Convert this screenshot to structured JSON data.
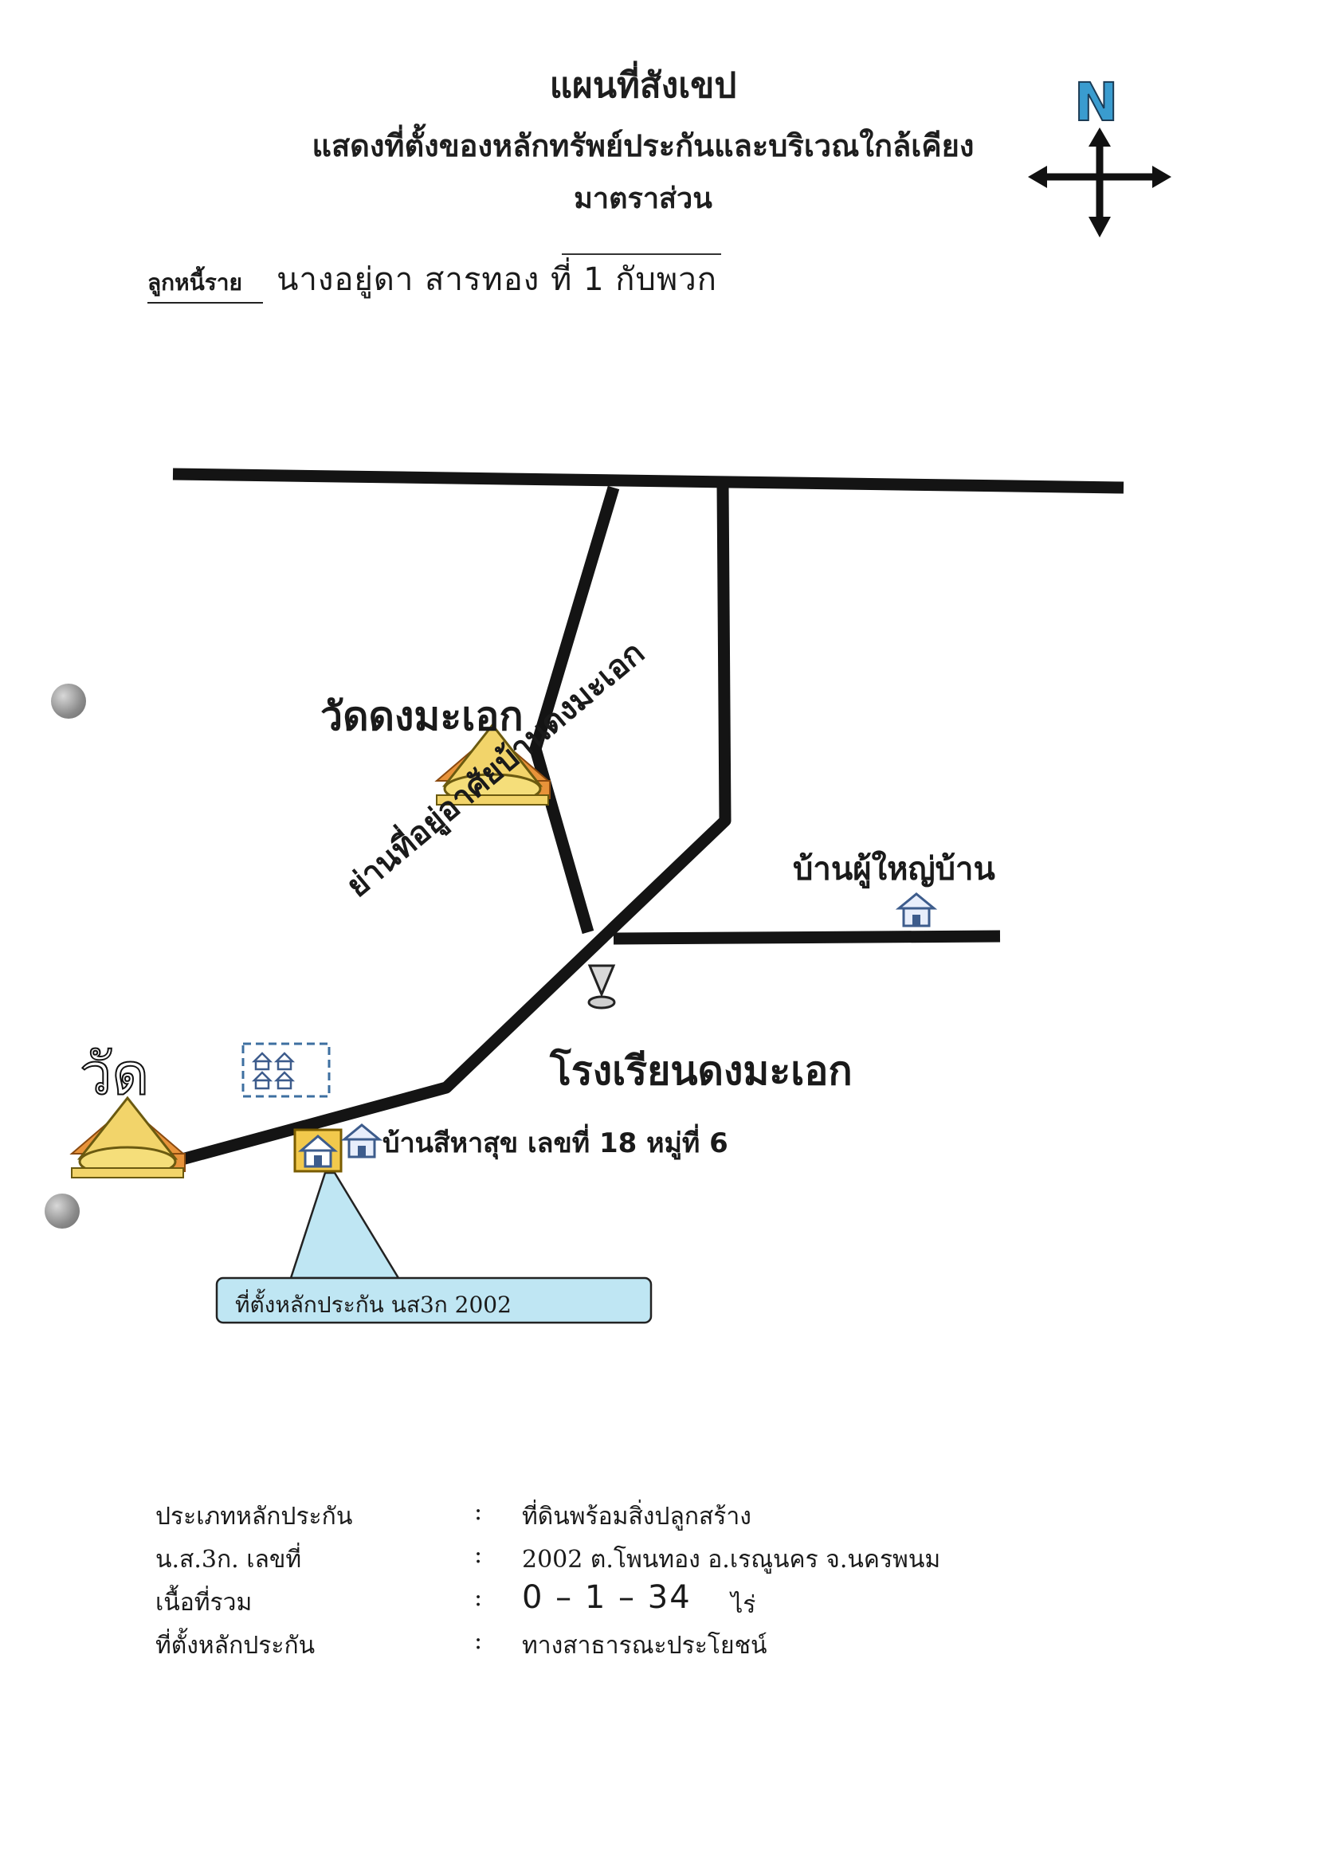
{
  "header": {
    "title": "แผนที่สังเขป",
    "subtitle": "แสดงที่ตั้งของหลักทรัพย์ประกันและบริเวณใกล้เคียง",
    "scale_label": "มาตราส่วน"
  },
  "compass": {
    "letter": "N"
  },
  "debtor": {
    "label": "ลูกหนี้ราย",
    "name": "นางอยู่ดา  สารทอง  ที่ 1  กับพวก"
  },
  "map": {
    "labels": {
      "temple_dong": "วัดดงมะเอก",
      "village_road": "ย่านที่อยู่อาศัยบ้านดงมะเอก",
      "headman_house": "บ้านผู้ใหญ่บ้าน",
      "school": "โรงเรียนดงมะเอก",
      "temple": "วัด",
      "address": "บ้านสีหาสุข  เลขที่ 18 หมู่ที่ 6",
      "collateral_callout": "ที่ตั้งหลักประกัน นส3ก 2002"
    },
    "icons": [
      "temple-icon",
      "house-icon",
      "school-icon",
      "houses-cluster-icon",
      "collateral-house-icon"
    ]
  },
  "info": {
    "rows": [
      {
        "label": "ประเภทหลักประกัน",
        "colon": ":",
        "value": "ที่ดินพร้อมสิ่งปลูกสร้าง"
      },
      {
        "label": "น.ส.3ก. เลขที่",
        "colon": ":",
        "value": "2002 ต.โพนทอง  อ.เรณูนคร  จ.นครพนม"
      },
      {
        "label": "เนื้อที่รวม",
        "colon": ":",
        "value": "0 – 1 – 34",
        "unit": "ไร่"
      },
      {
        "label": "ที่ตั้งหลักประกัน",
        "colon": ":",
        "value": "ทางสาธารณะประโยชน์"
      }
    ]
  },
  "colors": {
    "road": "#141414",
    "temple_gold": "#f2d46a",
    "temple_orange": "#e8933a",
    "callout_fill": "#bfe6f3",
    "house_blue": "#3d5c8c",
    "compass_n": "#3a9ccf"
  }
}
